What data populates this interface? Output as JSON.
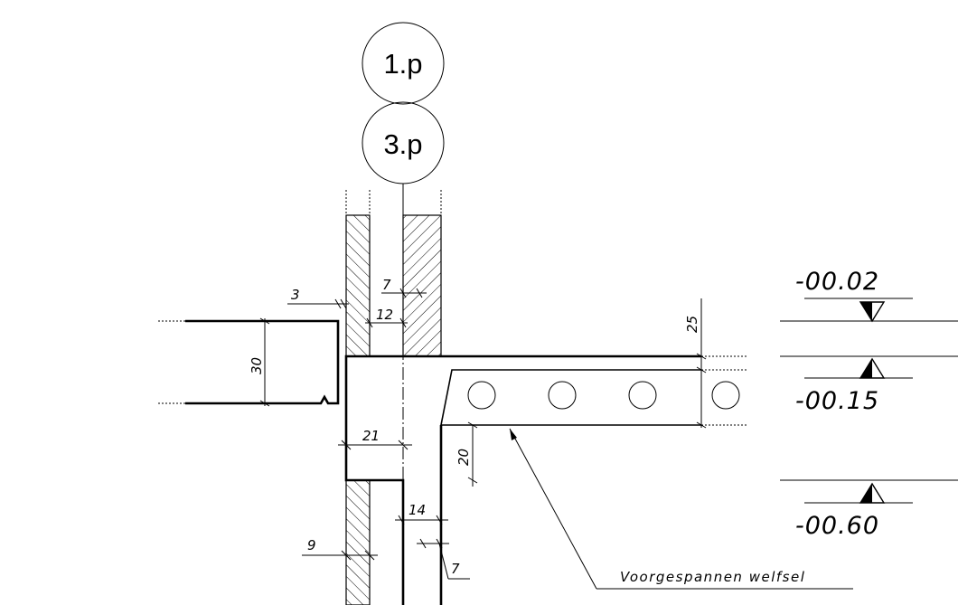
{
  "grid_markers": [
    "1.p",
    "3.p"
  ],
  "dimensions": {
    "d3": "3",
    "d7_top": "7",
    "d12": "12",
    "d25": "25",
    "d30": "30",
    "d21": "21",
    "d20": "20",
    "d14": "14",
    "d9": "9",
    "d7_bottom": "7"
  },
  "levels": [
    "-00.02",
    "-00.15",
    "-00.60"
  ],
  "labels": {
    "slab": "Voorgespannen welfsel"
  }
}
